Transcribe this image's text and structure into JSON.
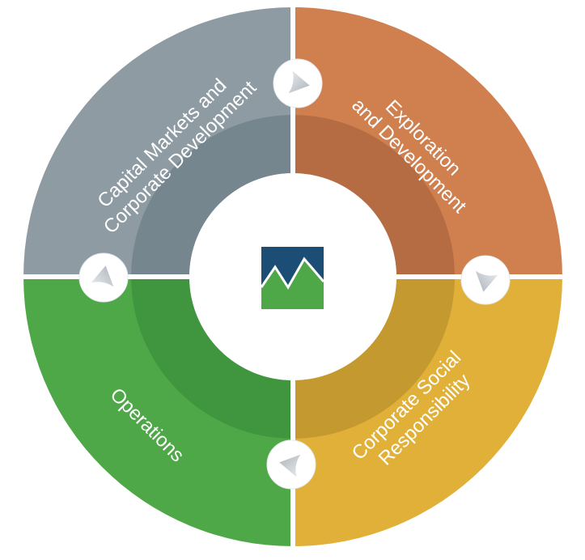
{
  "diagram": {
    "segments": [
      {
        "id": "capital",
        "lines": [
          "Capital Markets and",
          "Corporate Development"
        ],
        "color": "#8e9ba3",
        "inner_color": "#76868f"
      },
      {
        "id": "exploration",
        "lines": [
          "Exploration",
          "and Development"
        ],
        "color": "#d07f4e",
        "inner_color": "#b56c43"
      },
      {
        "id": "csr",
        "lines": [
          "Corporate Social",
          "Responsibility"
        ],
        "color": "#e0b038",
        "inner_color": "#c49a30"
      },
      {
        "id": "operations",
        "lines": [
          "Operations"
        ],
        "color": "#4ea847",
        "inner_color": "#40963e"
      }
    ],
    "connectors": {
      "icon": "play-arrow-icon",
      "color": "#c9ced3"
    },
    "logo": {
      "icon": "mountain-logo-icon",
      "sky_color": "#1c4e75",
      "ground_color": "#4ea847"
    }
  }
}
